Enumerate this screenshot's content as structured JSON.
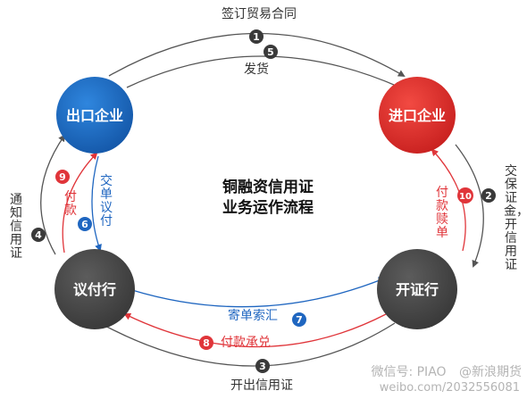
{
  "nodes": {
    "exporter": {
      "label": "出口企业",
      "color": "#1a67bf"
    },
    "importer": {
      "label": "进口企业",
      "color": "#e1312f"
    },
    "advising_bank": {
      "label": "议付行",
      "color": "#4a4a4a"
    },
    "issuing_bank": {
      "label": "开证行",
      "color": "#4a4a4a"
    }
  },
  "center_title": {
    "line1": "铜融资信用证",
    "line2": "业务运作流程"
  },
  "steps": [
    {
      "num": "1",
      "label": "签订贸易合同",
      "color": "#3a3a3a"
    },
    {
      "num": "2",
      "label": "交保证金，开信用证",
      "color": "#3a3a3a"
    },
    {
      "num": "3",
      "label": "开出信用证",
      "color": "#3a3a3a"
    },
    {
      "num": "4",
      "label": "通知信用证",
      "color": "#3a3a3a"
    },
    {
      "num": "5",
      "label": "发货",
      "color": "#3a3a3a"
    },
    {
      "num": "6",
      "label": "交单议付",
      "color": "#1f66c0"
    },
    {
      "num": "7",
      "label": "寄单索汇",
      "color": "#1f66c0"
    },
    {
      "num": "8",
      "label": "付款承兑",
      "color": "#e0353a"
    },
    {
      "num": "9",
      "label": "付款",
      "color": "#e0353a"
    },
    {
      "num": "10",
      "label": "付款赎单",
      "color": "#e0353a"
    }
  ],
  "watermark": {
    "wechat": "微信号: PIAO",
    "weibo_handle": "@新浪期货",
    "weibo_url": "weibo.com/2032556081"
  }
}
